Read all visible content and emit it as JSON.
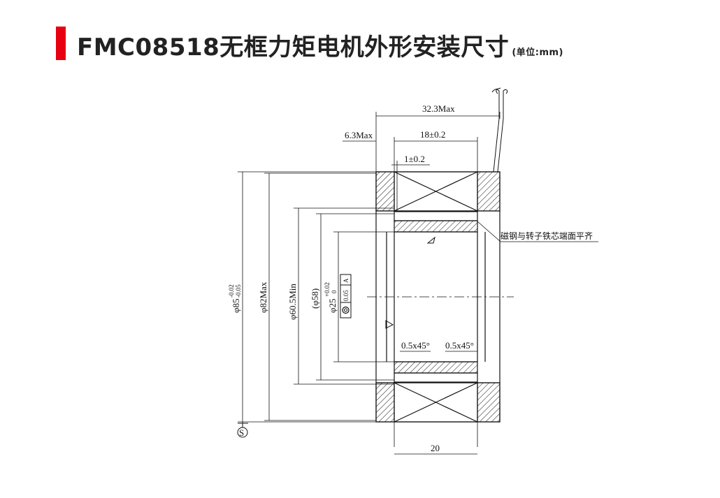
{
  "title": {
    "main": "FMC08518无框力矩电机外形安装尺寸",
    "unit": "(单位:mm)"
  },
  "colors": {
    "accent": "#e60012",
    "line": "#111111"
  },
  "dims": {
    "overall_width": "32.3Max",
    "left_offset": "6.3Max",
    "rotor_width": "18±0.2",
    "step": "1±0.2",
    "stator_width": "20",
    "d85": "φ85",
    "d85_tol_up": "-0.02",
    "d85_tol_down": "-0.05",
    "d82": "φ82Max",
    "d60": "φ60.5Min",
    "d58": "(φ58)",
    "d25": "φ25",
    "d25_tol_up": "+0.02",
    "d25_tol_down": "0",
    "tolerance_frame_value": "0.05",
    "tolerance_frame_datum": "A",
    "chamfer_left": "0.5x45°",
    "chamfer_right": "0.5x45°",
    "note": "磁钢与转子铁芯端面平齐",
    "datum_s": "S"
  }
}
